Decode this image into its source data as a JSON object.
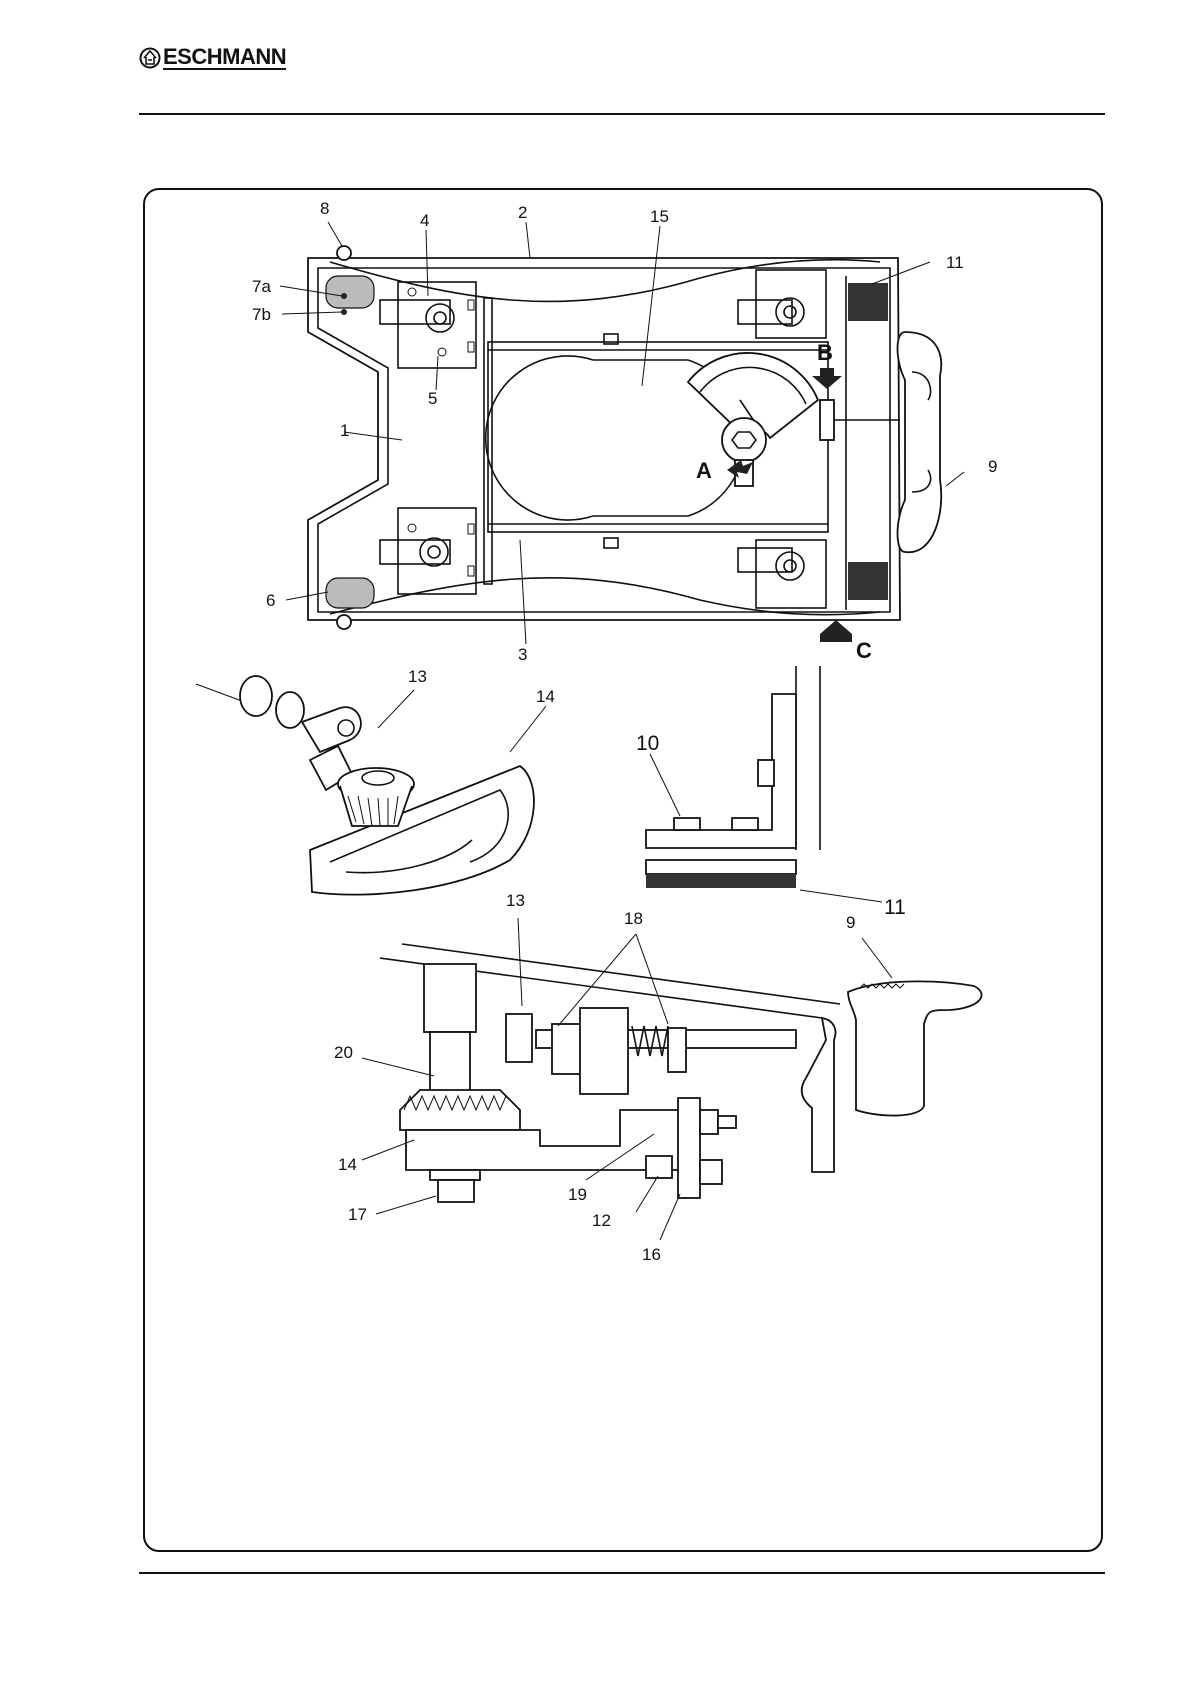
{
  "header": {
    "brand": "ESCHMANN"
  },
  "figure": {
    "labels_top": {
      "l1": "1",
      "l2": "2",
      "l3": "3",
      "l4": "4",
      "l5": "5",
      "l6": "6",
      "l7a": "7a",
      "l7b": "7b",
      "l8": "8",
      "l9": "9",
      "l11": "11",
      "l15": "15",
      "A": "A",
      "B": "B",
      "C": "C"
    },
    "labels_gear": {
      "l13": "13",
      "l14": "14"
    },
    "labels_bracket": {
      "l10": "10",
      "l11": "11"
    },
    "labels_side": {
      "l13": "13",
      "l18": "18",
      "l9": "9",
      "l20": "20",
      "l14": "14",
      "l17": "17",
      "l19": "19",
      "l12": "12",
      "l16": "16"
    }
  }
}
